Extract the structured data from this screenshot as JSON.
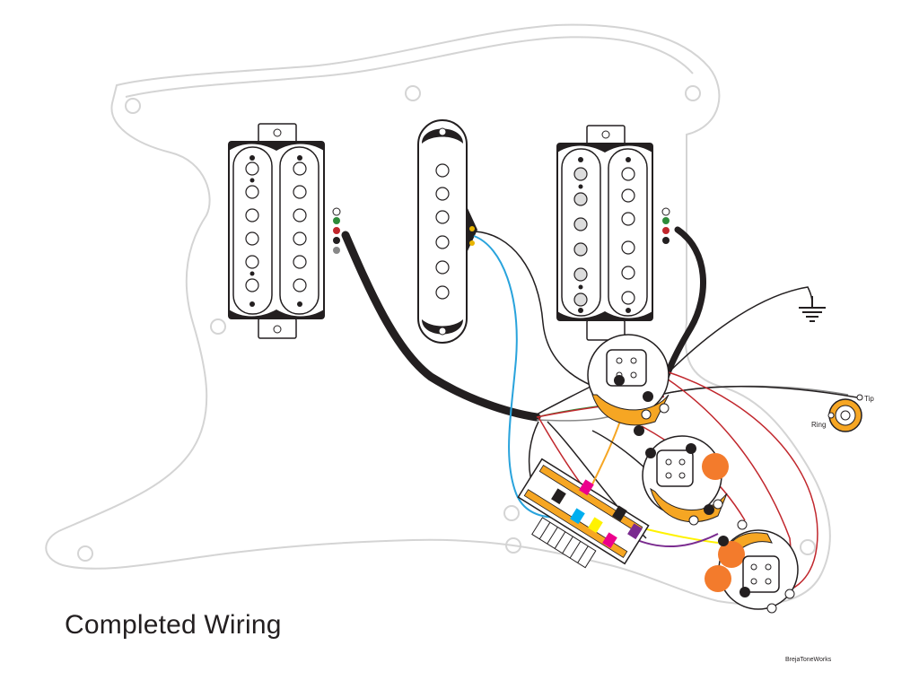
{
  "title": "Completed Wiring",
  "credit": "BrejaToneWorks",
  "jack": {
    "tip_label": "Tip",
    "ring_label": "Ring"
  },
  "colors": {
    "outline": "#d4d4d4",
    "cable": "#231f20",
    "blue_wire": "#29a3dc",
    "pot_body": "#f6a623",
    "cap": "#f37b2c",
    "magenta": "#ec008c",
    "cyan": "#00aeef",
    "yellow": "#fff200",
    "purple": "#7a2b8f",
    "red_wire": "#c1272d",
    "green_wire": "#2e8b3a"
  },
  "components": [
    "neck-humbucker",
    "middle-single-coil",
    "bridge-humbucker",
    "five-way-switch",
    "volume-pot",
    "tone-pot-1",
    "tone-pot-2",
    "output-jack",
    "ground-symbol"
  ]
}
